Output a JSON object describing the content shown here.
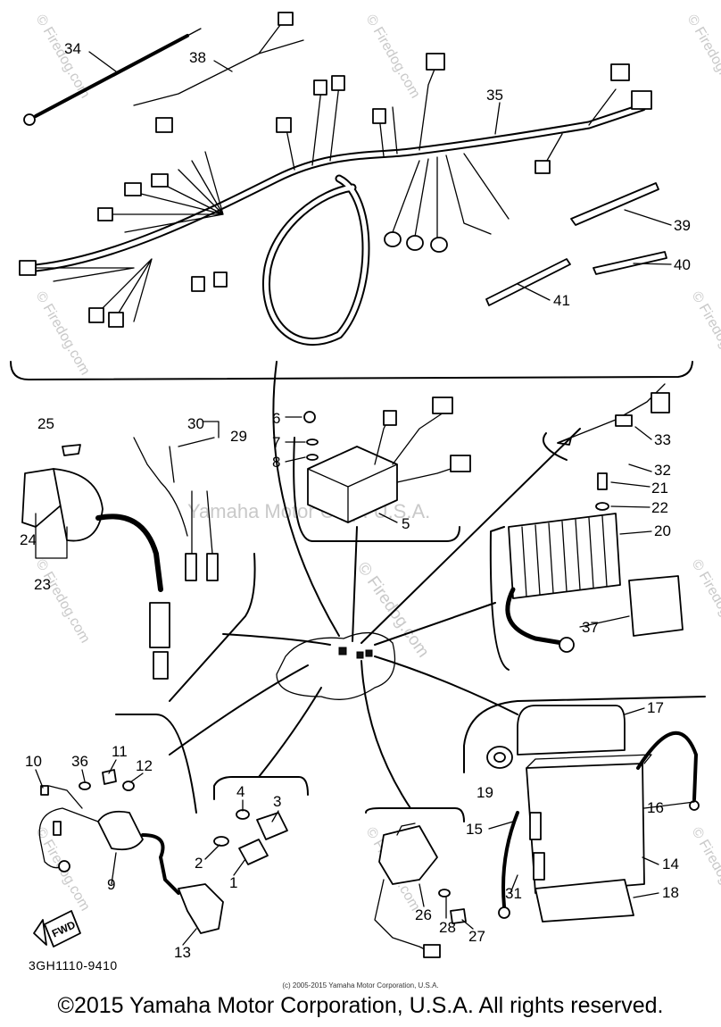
{
  "diagram": {
    "code": "3GH1110-9410",
    "copyright_small": "(c) 2005-2015 Yamaha Motor Corporation, U.S.A.",
    "copyright": "©2015 Yamaha Motor Corporation, U.S.A. All rights reserved.",
    "watermark_center": "Yamaha Motor Corp. U.S.A.",
    "watermark_firedog": "© Firedog.com",
    "watermark_tiled": "© Firedog.com",
    "fwd_label": "FWD",
    "part_numbers": [
      "1",
      "2",
      "3",
      "4",
      "5",
      "6",
      "7",
      "8",
      "9",
      "10",
      "11",
      "12",
      "13",
      "14",
      "15",
      "16",
      "17",
      "18",
      "19",
      "20",
      "21",
      "22",
      "23",
      "24",
      "25",
      "26",
      "27",
      "28",
      "29",
      "30",
      "31",
      "32",
      "33",
      "34",
      "35",
      "36",
      "37",
      "38",
      "39",
      "40",
      "41"
    ]
  },
  "colors": {
    "ink": "#000000",
    "watermark": "#c9c9c9",
    "background": "#ffffff"
  }
}
